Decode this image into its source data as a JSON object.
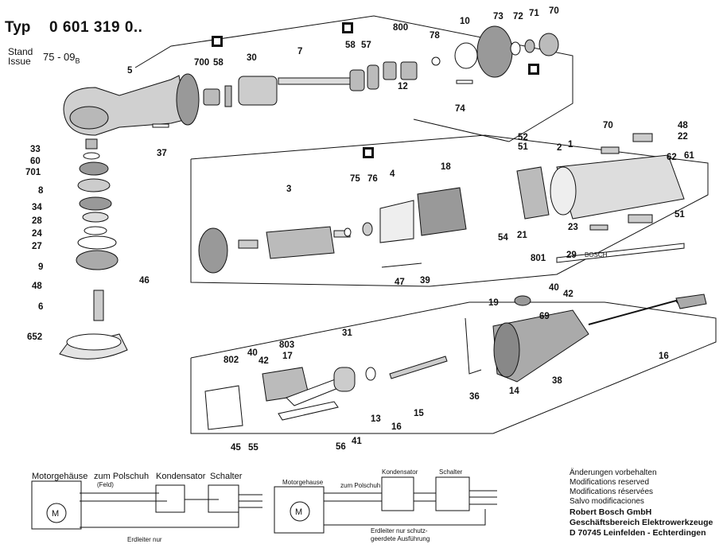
{
  "header": {
    "typ_label": "Typ",
    "typ_prefix": "0 601",
    "typ_bold": "319",
    "typ_suffix": "0..",
    "stand_label": "Stand",
    "issue_label": "Issue",
    "stand_value": "75 - 09",
    "stand_sub": "B"
  },
  "part_numbers": {
    "top": [
      "700",
      "58",
      "30",
      "7",
      "58",
      "57",
      "800",
      "12",
      "78",
      "10",
      "73",
      "72",
      "71",
      "70",
      "74",
      "5",
      "37"
    ],
    "left": [
      "33",
      "60",
      "701",
      "8",
      "34",
      "28",
      "24",
      "27",
      "9",
      "48",
      "46",
      "6",
      "652"
    ],
    "middle": [
      "3",
      "75",
      "76",
      "4",
      "18",
      "47",
      "39"
    ],
    "right": [
      "52",
      "51",
      "2",
      "1",
      "70",
      "48",
      "22",
      "62",
      "61",
      "54",
      "21",
      "23",
      "51",
      "801",
      "29"
    ],
    "bottom": [
      "802",
      "40",
      "42",
      "803",
      "17",
      "31",
      "45",
      "55",
      "56",
      "41",
      "13",
      "16",
      "15",
      "36",
      "19",
      "40",
      "42",
      "69",
      "14",
      "38",
      "16"
    ]
  },
  "circuit_left": {
    "motorgehause": "Motorgehäuse",
    "polschuh": "zum Polschuh",
    "feld": "(Feld)",
    "kondensator": "Kondensator",
    "schalter": "Schalter",
    "motor": "M",
    "erdleiter": "Erdleiter nur"
  },
  "circuit_right": {
    "motorgehause": "Motorgehause",
    "polschuh": "zum Polschuh",
    "kondensator": "Kondensator",
    "schalter": "Schalter",
    "motor": "M",
    "erdleiter1": "Erdleiter nur schutz-",
    "erdleiter2": "geerdete Ausführung"
  },
  "notes": [
    "Änderungen vorbehalten",
    "Modifications reserved",
    "Modifications réservées",
    "Salvo modificaciones"
  ],
  "company": [
    "Robert Bosch GmbH",
    "Geschäftsbereich Elektrowerkzeuge",
    "D 70745 Leinfelden - Echterdingen"
  ],
  "brand_marks": [
    "BOSCH"
  ]
}
